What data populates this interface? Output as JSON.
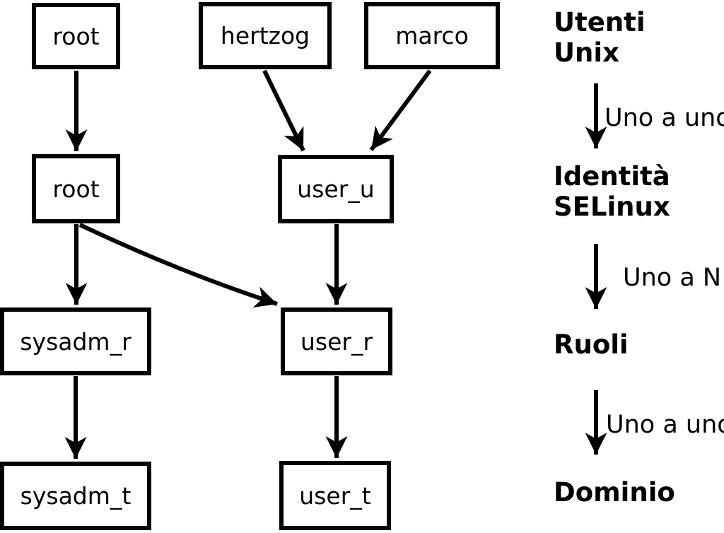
{
  "diagram": {
    "nodes": {
      "unix_root": "root",
      "unix_hertzog": "hertzog",
      "unix_marco": "marco",
      "selinux_root": "root",
      "selinux_user_u": "user_u",
      "role_sysadm_r": "sysadm_r",
      "role_user_r": "user_r",
      "domain_sysadm_t": "sysadm_t",
      "domain_user_t": "user_t"
    },
    "legend": {
      "unix_line1": "Utenti",
      "unix_line2": "Unix",
      "selinux_line1": "Identità",
      "selinux_line2": "SELinux",
      "roles": "Ruoli",
      "domain": "Dominio",
      "rel_unix_selinux": "Uno a uno",
      "rel_selinux_roles": "Uno a N",
      "rel_roles_domain": "Uno a uno"
    },
    "colors": {
      "stroke": "#000000",
      "background": "#ffffff"
    }
  }
}
